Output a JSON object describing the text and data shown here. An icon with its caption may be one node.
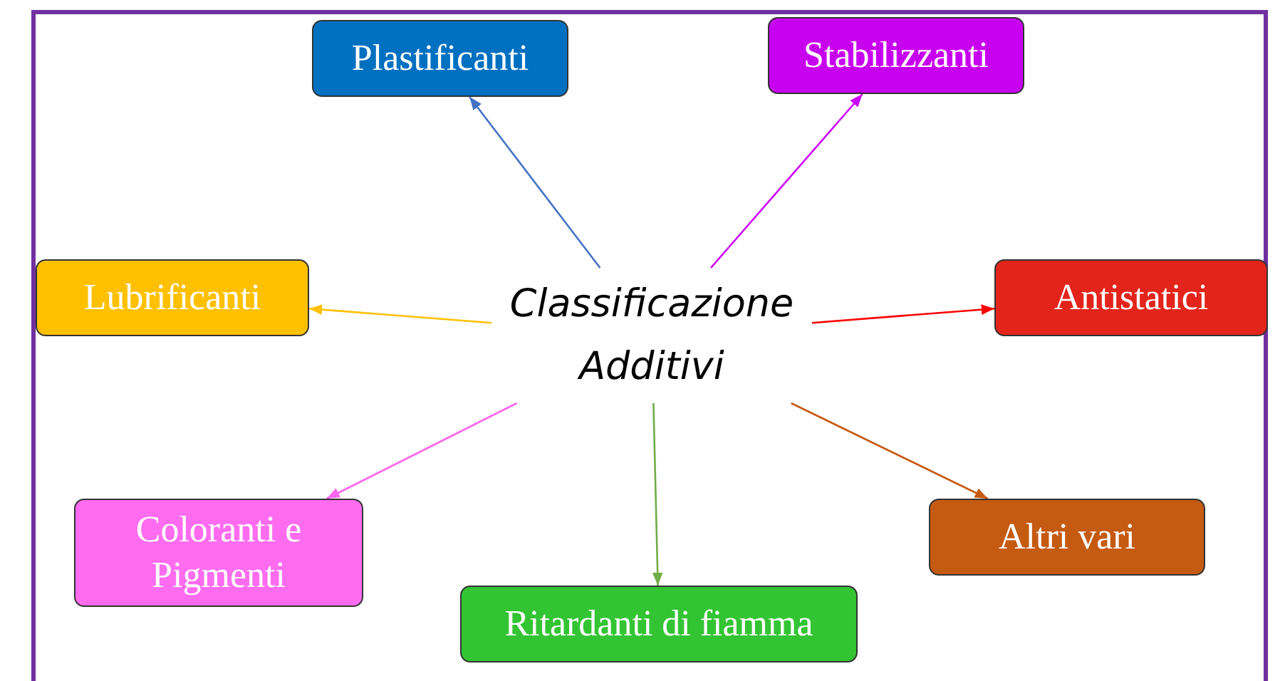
{
  "diagram": {
    "nodes": [
      {
        "text": [
          "Classificazione Additivi"
        ]
      },
      {
        "text": [
          "Plastificanti"
        ]
      },
      {
        "text": [
          "Stabilizzanti"
        ]
      },
      {
        "text": [
          "Lubrificanti"
        ]
      },
      {
        "text": [
          "Antistatici"
        ]
      },
      {
        "text": [
          "Coloranti e Pigmenti"
        ]
      },
      {
        "text": [
          "Ritardanti di fiamma"
        ]
      },
      {
        "text": [
          "Altri vari"
        ]
      }
    ],
    "edges": [
      {
        "from": 0,
        "to": 1,
        "arrow": "to",
        "color": "#4472c4"
      },
      {
        "from": 0,
        "to": 2,
        "arrow": "to",
        "color": "#cc00ff"
      },
      {
        "from": 0,
        "to": 3,
        "arrow": "to",
        "color": "#ffc000"
      },
      {
        "from": 0,
        "to": 4,
        "arrow": "to",
        "color": "#ff0000"
      },
      {
        "from": 0,
        "to": 5,
        "arrow": "to",
        "color": "#ff66ee"
      },
      {
        "from": 0,
        "to": 6,
        "arrow": "to",
        "color": "#70ad47"
      },
      {
        "from": 0,
        "to": 7,
        "arrow": "to",
        "color": "#c55a11"
      }
    ]
  }
}
